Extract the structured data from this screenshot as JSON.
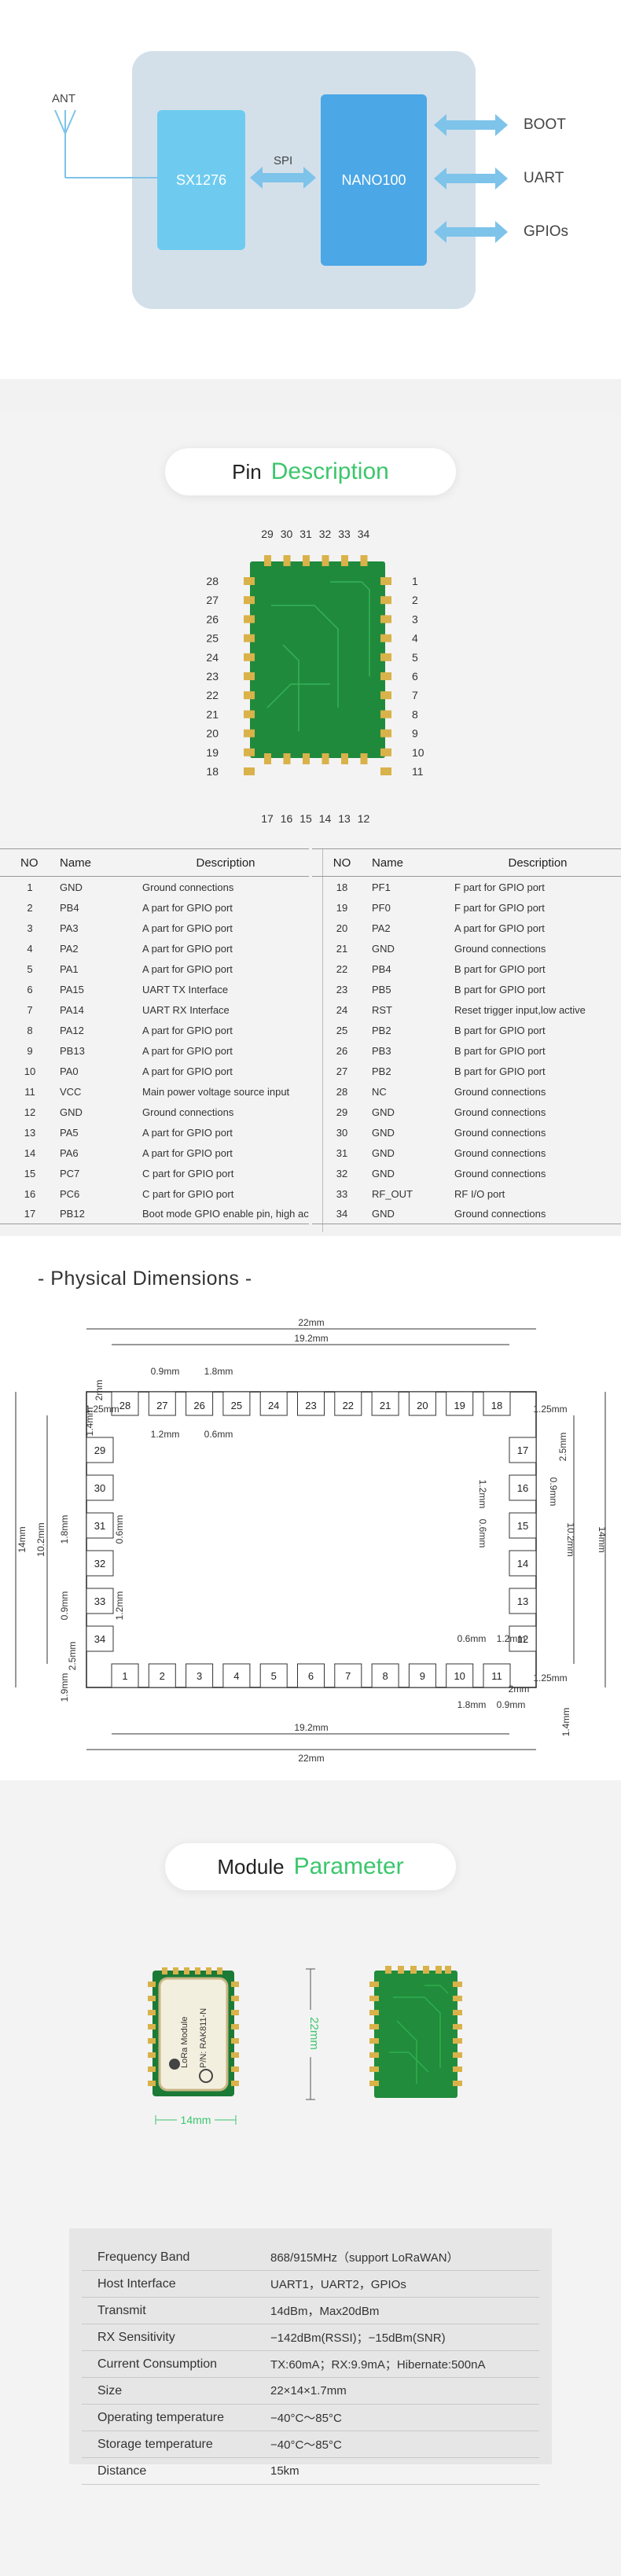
{
  "block_diagram": {
    "ant_label": "ANT",
    "sx_label": "SX1276",
    "spi_label": "SPI",
    "nano_label": "NANO100",
    "outputs": [
      "BOOT",
      "UART",
      "GPIOs"
    ]
  },
  "pin_section": {
    "title_dark": "Pin",
    "title_green": "Description",
    "top_pins": [
      "29",
      "30",
      "31",
      "32",
      "33",
      "34"
    ],
    "left_pins": [
      "28",
      "27",
      "26",
      "25",
      "24",
      "23",
      "22",
      "21",
      "20",
      "19",
      "18"
    ],
    "right_pins": [
      "1",
      "2",
      "3",
      "4",
      "5",
      "6",
      "7",
      "8",
      "9",
      "10",
      "11"
    ],
    "bottom_pins": [
      "17",
      "16",
      "15",
      "14",
      "13",
      "12"
    ],
    "table_headers": {
      "no": "NO",
      "name": "Name",
      "desc": "Description"
    },
    "left_rows": [
      {
        "no": "1",
        "name": "GND",
        "desc": "Ground connections"
      },
      {
        "no": "2",
        "name": "PB4",
        "desc": "A part for GPIO port"
      },
      {
        "no": "3",
        "name": "PA3",
        "desc": "A part for GPIO port"
      },
      {
        "no": "4",
        "name": "PA2",
        "desc": "A part for GPIO port"
      },
      {
        "no": "5",
        "name": "PA1",
        "desc": "A part for GPIO port"
      },
      {
        "no": "6",
        "name": "PA15",
        "desc": "UART TX Interface"
      },
      {
        "no": "7",
        "name": "PA14",
        "desc": "UART RX Interface"
      },
      {
        "no": "8",
        "name": "PA12",
        "desc": "A part for GPIO port"
      },
      {
        "no": "9",
        "name": "PB13",
        "desc": "A part for GPIO port"
      },
      {
        "no": "10",
        "name": "PA0",
        "desc": "A part for GPIO port"
      },
      {
        "no": "11",
        "name": "VCC",
        "desc": "Main power voltage source input"
      },
      {
        "no": "12",
        "name": "GND",
        "desc": "Ground connections"
      },
      {
        "no": "13",
        "name": "PA5",
        "desc": "A part for GPIO port"
      },
      {
        "no": "14",
        "name": "PA6",
        "desc": "A part for GPIO port"
      },
      {
        "no": "15",
        "name": "PC7",
        "desc": "C part for GPIO port"
      },
      {
        "no": "16",
        "name": "PC6",
        "desc": "C part for GPIO port"
      },
      {
        "no": "17",
        "name": "PB12",
        "desc": "Boot mode GPIO enable pin, high active"
      }
    ],
    "right_rows": [
      {
        "no": "18",
        "name": "PF1",
        "desc": "F part for GPIO port"
      },
      {
        "no": "19",
        "name": "PF0",
        "desc": "F part for GPIO port"
      },
      {
        "no": "20",
        "name": "PA2",
        "desc": "A part for GPIO port"
      },
      {
        "no": "21",
        "name": "GND",
        "desc": "Ground connections"
      },
      {
        "no": "22",
        "name": "PB4",
        "desc": "B part for GPIO port"
      },
      {
        "no": "23",
        "name": "PB5",
        "desc": "B part for GPIO port"
      },
      {
        "no": "24",
        "name": "RST",
        "desc": "Reset trigger input,low active"
      },
      {
        "no": "25",
        "name": "PB2",
        "desc": "B part for GPIO port"
      },
      {
        "no": "26",
        "name": "PB3",
        "desc": "B part for GPIO port"
      },
      {
        "no": "27",
        "name": "PB2",
        "desc": "B part for GPIO port"
      },
      {
        "no": "28",
        "name": "NC",
        "desc": "Ground connections"
      },
      {
        "no": "29",
        "name": "GND",
        "desc": "Ground connections"
      },
      {
        "no": "30",
        "name": "GND",
        "desc": "Ground connections"
      },
      {
        "no": "31",
        "name": "GND",
        "desc": "Ground connections"
      },
      {
        "no": "32",
        "name": "GND",
        "desc": "Ground connections"
      },
      {
        "no": "33",
        "name": "RF_OUT",
        "desc": "RF I/O port"
      },
      {
        "no": "34",
        "name": "GND",
        "desc": "Ground connections"
      }
    ]
  },
  "dimensions": {
    "title": "- Physical Dimensions -",
    "top_pad_labels": [
      "28",
      "27",
      "26",
      "25",
      "24",
      "23",
      "22",
      "21",
      "20",
      "19",
      "18"
    ],
    "bottom_pad_labels": [
      "1",
      "2",
      "3",
      "4",
      "5",
      "6",
      "7",
      "8",
      "9",
      "10",
      "11"
    ],
    "left_pad_labels": [
      "29",
      "30",
      "31",
      "32",
      "33",
      "34"
    ],
    "right_pad_labels": [
      "17",
      "16",
      "15",
      "14",
      "13",
      "12"
    ],
    "labels": {
      "w22": "22mm",
      "w19": "19.2mm",
      "h2": "2mm",
      "h14": "1.4mm",
      "d09": "0.9mm",
      "d18": "1.8mm",
      "d125": "1.25mm",
      "d12": "1.2mm",
      "d06": "0.6mm",
      "d25": "2.5mm",
      "d102": "10.2mm",
      "h14mm": "14mm",
      "d19": "1.9mm"
    }
  },
  "module_section": {
    "title_dark": "Module",
    "title_green": "Parameter",
    "shield_text": "LoRa Module",
    "shield_pn": "P/N: RAK811-N",
    "width_label": "14mm",
    "height_label": "22mm"
  },
  "parameters": [
    {
      "k": "Frequency Band",
      "v": "868/915MHz（support LoRaWAN）"
    },
    {
      "k": "Host Interface",
      "v": "UART1，UART2，GPIOs"
    },
    {
      "k": "Transmit",
      "v": "14dBm，Max20dBm"
    },
    {
      "k": "RX Sensitivity",
      "v": "−142dBm(RSSI)；−15dBm(SNR)"
    },
    {
      "k": "Current Consumption",
      "v": "TX:60mA；RX:9.9mA；Hibernate:500nA"
    },
    {
      "k": "Size",
      "v": "22×14×1.7mm"
    },
    {
      "k": "Operating temperature",
      "v": "−40°C～85°C"
    },
    {
      "k": "Storage temperature",
      "v": "−40°C～85°C"
    },
    {
      "k": "Distance",
      "v": "15km"
    }
  ],
  "colors": {
    "accent_green": "#3cc66c",
    "chip_light_blue": "#6ecbef",
    "chip_blue": "#4ba7e6",
    "arrow_blue": "#7ec3ea",
    "panel": "#d3e0e9",
    "pcb_green": "#1f8a3c"
  }
}
